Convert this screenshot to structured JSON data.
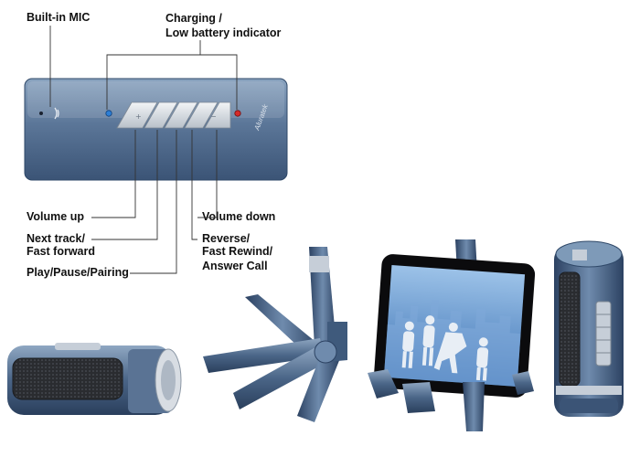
{
  "labels": {
    "mic": "Built-in MIC",
    "charging_line1": "Charging /",
    "charging_line2": "Low battery indicator",
    "volume_up": "Volume up",
    "next_line1": "Next track/",
    "next_line2": "Fast forward",
    "play": "Play/Pause/Pairing",
    "volume_down": "Volume down",
    "reverse_line1": "Reverse/",
    "reverse_line2": "Fast Rewind/",
    "reverse_line3": "Answer Call"
  },
  "device": {
    "brand": "Aluratek"
  },
  "colors": {
    "body_blue": "#4b6688",
    "body_dark": "#2f4868",
    "body_light": "#7e9ab8",
    "button_silver": "#d8dde3",
    "led_blue": "#2d7fd6",
    "led_red": "#d42a2a",
    "grille": "#2a2c30",
    "screen_sky": "#5d8fc9"
  }
}
